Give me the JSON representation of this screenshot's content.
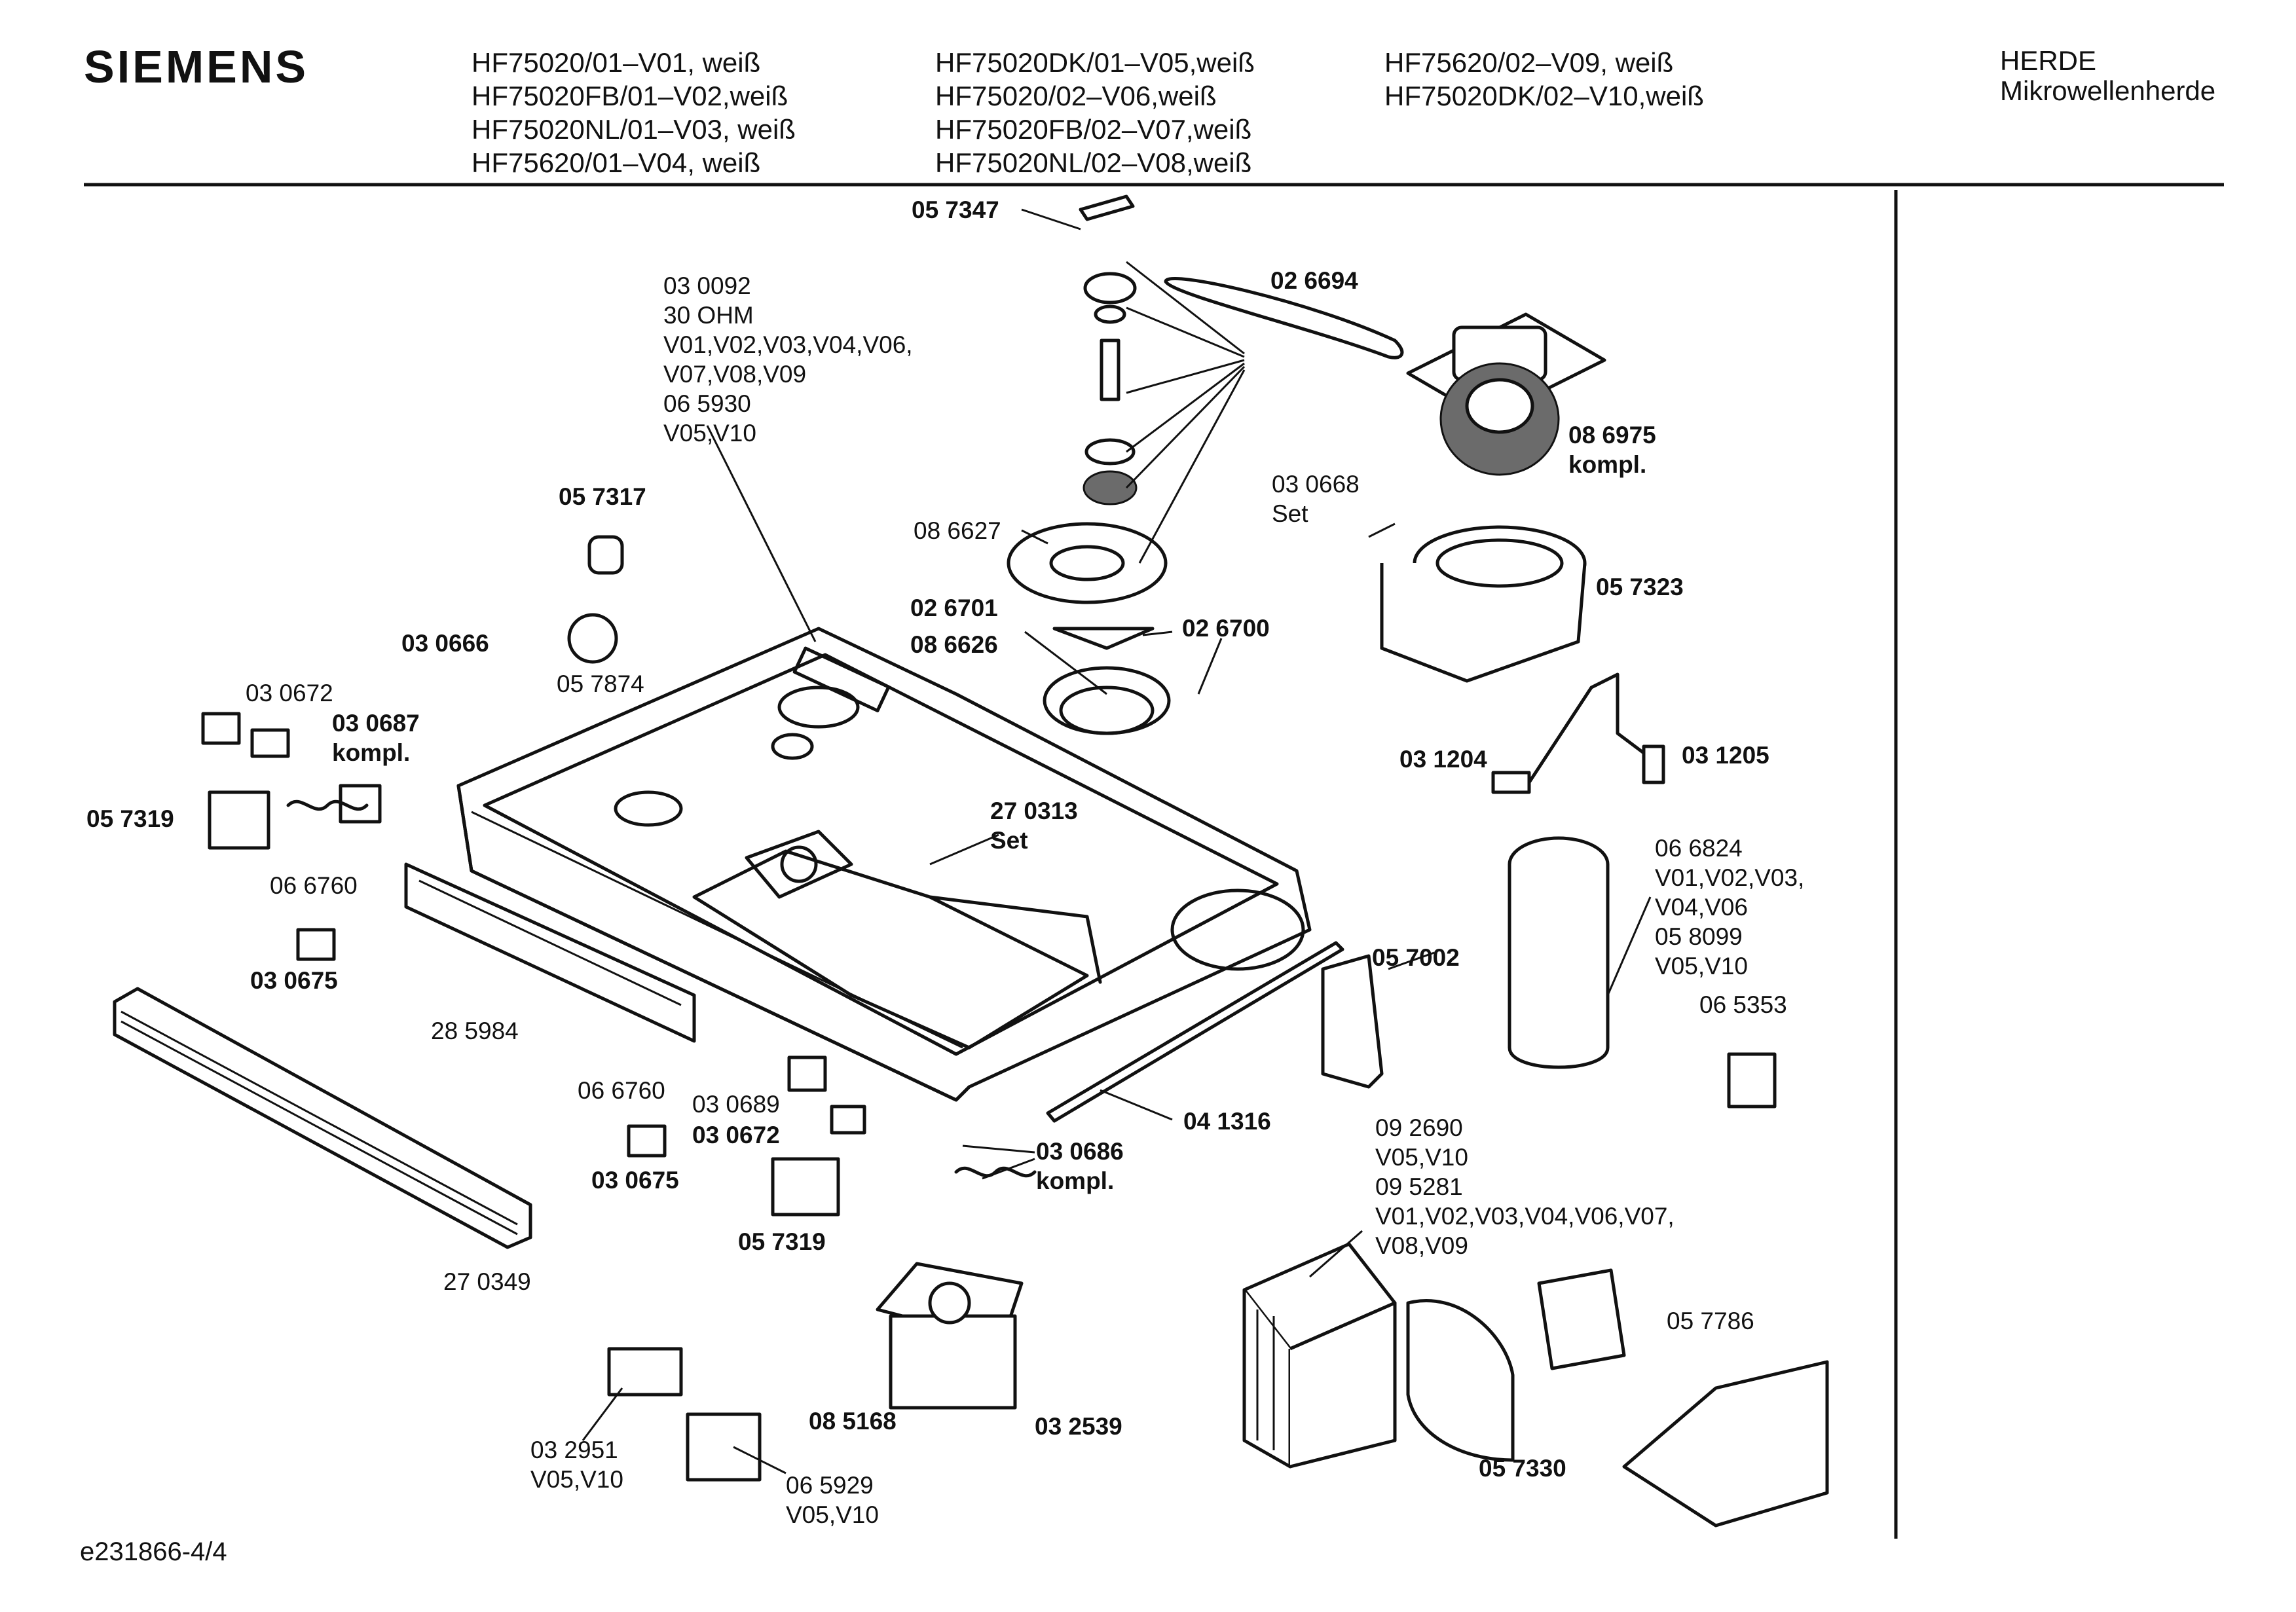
{
  "header": {
    "brand": "SIEMENS",
    "models_col1": [
      "HF75020/01–V01, weiß",
      "HF75020FB/01–V02,weiß",
      "HF75020NL/01–V03, weiß",
      "HF75620/01–V04, weiß"
    ],
    "models_col2": [
      "HF75020DK/01–V05,weiß",
      "HF75020/02–V06,weiß",
      "HF75020FB/02–V07,weiß",
      "HF75020NL/02–V08,weiß"
    ],
    "models_col3": [
      "HF75620/02–V09, weiß",
      "HF75020DK/02–V10,weiß"
    ],
    "category": "HERDE",
    "subcategory": "Mikrowellenherde"
  },
  "footer": {
    "drawing_id": "e231866-4/4"
  },
  "parts": [
    {
      "id": "p-057347",
      "lines": [
        "05 7347"
      ],
      "bold": true
    },
    {
      "id": "p-026694",
      "lines": [
        "02 6694"
      ],
      "bold": true
    },
    {
      "id": "p-030092",
      "lines": [
        "03 0092",
        "30 OHM",
        "V01,V02,V03,V04,V06,",
        "V07,V08,V09",
        "06 5930",
        "V05,V10"
      ],
      "bold": false
    },
    {
      "id": "p-086975",
      "lines": [
        "08 6975",
        "kompl."
      ],
      "bold": true
    },
    {
      "id": "p-030668",
      "lines": [
        "03 0668",
        "Set"
      ],
      "bold": false
    },
    {
      "id": "p-057317",
      "lines": [
        "05 7317"
      ],
      "bold": true
    },
    {
      "id": "p-086627",
      "lines": [
        "08 6627"
      ],
      "bold": false
    },
    {
      "id": "p-057323",
      "lines": [
        "05 7323"
      ],
      "bold": true
    },
    {
      "id": "p-026701",
      "lines": [
        "02 6701"
      ],
      "bold": true
    },
    {
      "id": "p-026700",
      "lines": [
        "02 6700"
      ],
      "bold": true
    },
    {
      "id": "p-086626",
      "lines": [
        "08 6626"
      ],
      "bold": true
    },
    {
      "id": "p-030666",
      "lines": [
        "03 0666"
      ],
      "bold": true
    },
    {
      "id": "p-057874",
      "lines": [
        "05 7874"
      ],
      "bold": false
    },
    {
      "id": "p-030672a",
      "lines": [
        "03 0672"
      ],
      "bold": false
    },
    {
      "id": "p-030687",
      "lines": [
        "03 0687",
        "kompl."
      ],
      "bold": true
    },
    {
      "id": "p-031204",
      "lines": [
        "03 1204"
      ],
      "bold": true
    },
    {
      "id": "p-031205",
      "lines": [
        "03 1205"
      ],
      "bold": true
    },
    {
      "id": "p-057319a",
      "lines": [
        "05 7319"
      ],
      "bold": true
    },
    {
      "id": "p-270313",
      "lines": [
        "27 0313",
        "Set"
      ],
      "bold": true
    },
    {
      "id": "p-066824",
      "lines": [
        "06 6824",
        "V01,V02,V03,",
        "V04,V06",
        "05 8099",
        "V05,V10"
      ],
      "bold": false
    },
    {
      "id": "p-066760a",
      "lines": [
        "06 6760"
      ],
      "bold": false
    },
    {
      "id": "p-065353",
      "lines": [
        "06 5353"
      ],
      "bold": false
    },
    {
      "id": "p-030675a",
      "lines": [
        "03 0675"
      ],
      "bold": true
    },
    {
      "id": "p-057002",
      "lines": [
        "05 7002"
      ],
      "bold": true
    },
    {
      "id": "p-285984",
      "lines": [
        "28 5984"
      ],
      "bold": false
    },
    {
      "id": "p-066760b",
      "lines": [
        "06 6760"
      ],
      "bold": false
    },
    {
      "id": "p-030689",
      "lines": [
        "03 0689"
      ],
      "bold": false
    },
    {
      "id": "p-030672b",
      "lines": [
        "03 0672"
      ],
      "bold": true
    },
    {
      "id": "p-041316",
      "lines": [
        "04 1316"
      ],
      "bold": true
    },
    {
      "id": "p-030686",
      "lines": [
        "03 0686",
        "kompl."
      ],
      "bold": true
    },
    {
      "id": "p-030675b",
      "lines": [
        "03 0675"
      ],
      "bold": true
    },
    {
      "id": "p-092690",
      "lines": [
        "09 2690",
        "V05,V10",
        "09 5281",
        "V01,V02,V03,V04,V06,V07,",
        "V08,V09"
      ],
      "bold": false
    },
    {
      "id": "p-057319b",
      "lines": [
        "05 7319"
      ],
      "bold": true
    },
    {
      "id": "p-270349",
      "lines": [
        "27 0349"
      ],
      "bold": false
    },
    {
      "id": "p-057786",
      "lines": [
        "05 7786"
      ],
      "bold": false
    },
    {
      "id": "p-085168",
      "lines": [
        "08 5168"
      ],
      "bold": true
    },
    {
      "id": "p-032539",
      "lines": [
        "03 2539"
      ],
      "bold": true
    },
    {
      "id": "p-057330",
      "lines": [
        "05 7330"
      ],
      "bold": true
    },
    {
      "id": "p-032951",
      "lines": [
        "03 2951",
        "V05,V10"
      ],
      "bold": false
    },
    {
      "id": "p-065929",
      "lines": [
        "06 5929",
        "V05,V10"
      ],
      "bold": false
    }
  ]
}
